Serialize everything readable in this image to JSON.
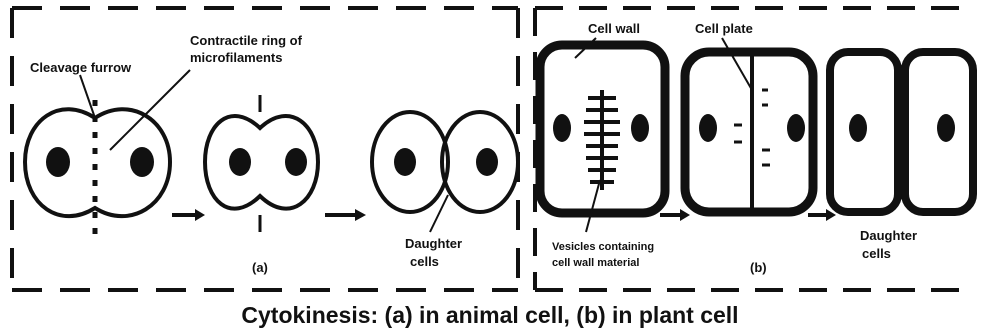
{
  "labels": {
    "cleavage_furrow": "Cleavage furrow",
    "contractile_ring_line1": "Contractile ring of",
    "contractile_ring_line2": "microfilaments",
    "daughter_cells_a_line1": "Daughter",
    "daughter_cells_a_line2": "cells",
    "panel_a": "(a)",
    "cell_wall": "Cell wall",
    "cell_plate": "Cell plate",
    "vesicles_line1": "Vesicles containing",
    "vesicles_line2": "cell wall material",
    "panel_b": "(b)",
    "daughter_cells_b_line1": "Daughter",
    "daughter_cells_b_line2": "cells"
  },
  "caption": "Cytokinesis: (a) in animal cell, (b) in plant cell"
}
